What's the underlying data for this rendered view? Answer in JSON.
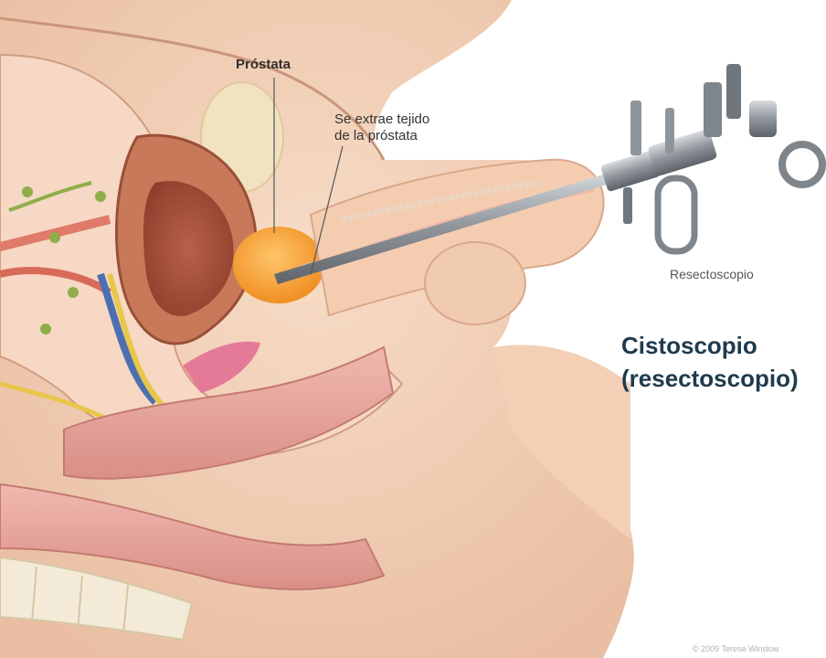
{
  "labels": {
    "prostate": "Próstata",
    "tissue_removed": [
      "Se extrae tejido",
      "de la próstata"
    ],
    "resectoscope": "Resectoscopio",
    "cystoscope": [
      "Cistoscopio",
      "(resectoscopio)"
    ],
    "copyright": "© 2009 Terese Winslow"
  },
  "colors": {
    "skin": "#f4d2b9",
    "skin_shadow": "#e3b79a",
    "bladder_wall": "#c8795a",
    "bladder_inner": "#a9533b",
    "prostate": "#f2a23a",
    "bowel": "#e8a7a0",
    "instrument": "#9aa0a6",
    "vessel_blue": "#4c6fb0",
    "vessel_yellow": "#e7c64a",
    "title_blue": "#1f3a4d"
  }
}
